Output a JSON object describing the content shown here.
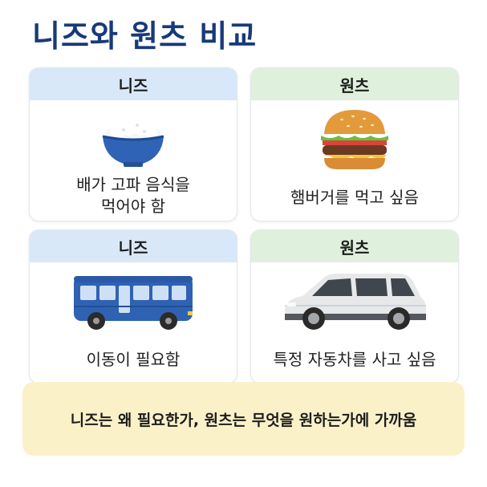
{
  "title": "니즈와 원츠 비교",
  "cards": [
    {
      "header": "니즈",
      "line1": "배가 고파 음식을",
      "line2": "먹어야 함",
      "icon": "rice-bowl-icon"
    },
    {
      "header": "원츠",
      "line1": "햄버거를 먹고 싶음",
      "icon": "hamburger-icon"
    },
    {
      "header": "니즈",
      "line1": "이동이 필요함",
      "icon": "bus-icon"
    },
    {
      "header": "원츠",
      "line1": "특정 자동차를 사고 싶음",
      "icon": "suv-car-icon"
    }
  ],
  "summary": "니즈는 왜 필요한가, 원츠는 무엇을 원하는가에 가까움",
  "colors": {
    "title": "#173a7a",
    "needs_header": "#d9e8f8",
    "wants_header": "#dff1dc",
    "summary_bg": "#fbf1c9"
  }
}
